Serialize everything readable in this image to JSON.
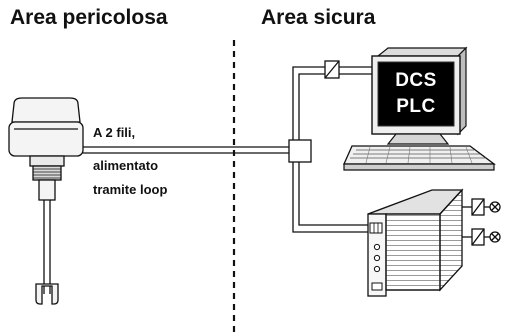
{
  "zones": {
    "hazardous_label": "Area pericolosa",
    "safe_label": "Area sicura"
  },
  "wiring_note": {
    "line1": "A 2 fili,",
    "line2": "alimentato",
    "line3": "tramite loop"
  },
  "computer_screen": {
    "line1": "DCS",
    "line2": "PLC"
  },
  "colors": {
    "line": "#111111",
    "screen_background": "#000000",
    "equipment_fill": "#f4f4f4",
    "module_hatch": "#b9b9b9"
  },
  "icons": [
    "level-switch-icon",
    "junction-box-icon",
    "barrier-icon",
    "computer-icon",
    "keyboard-icon",
    "isolator-module-icon",
    "lamp-icon"
  ]
}
